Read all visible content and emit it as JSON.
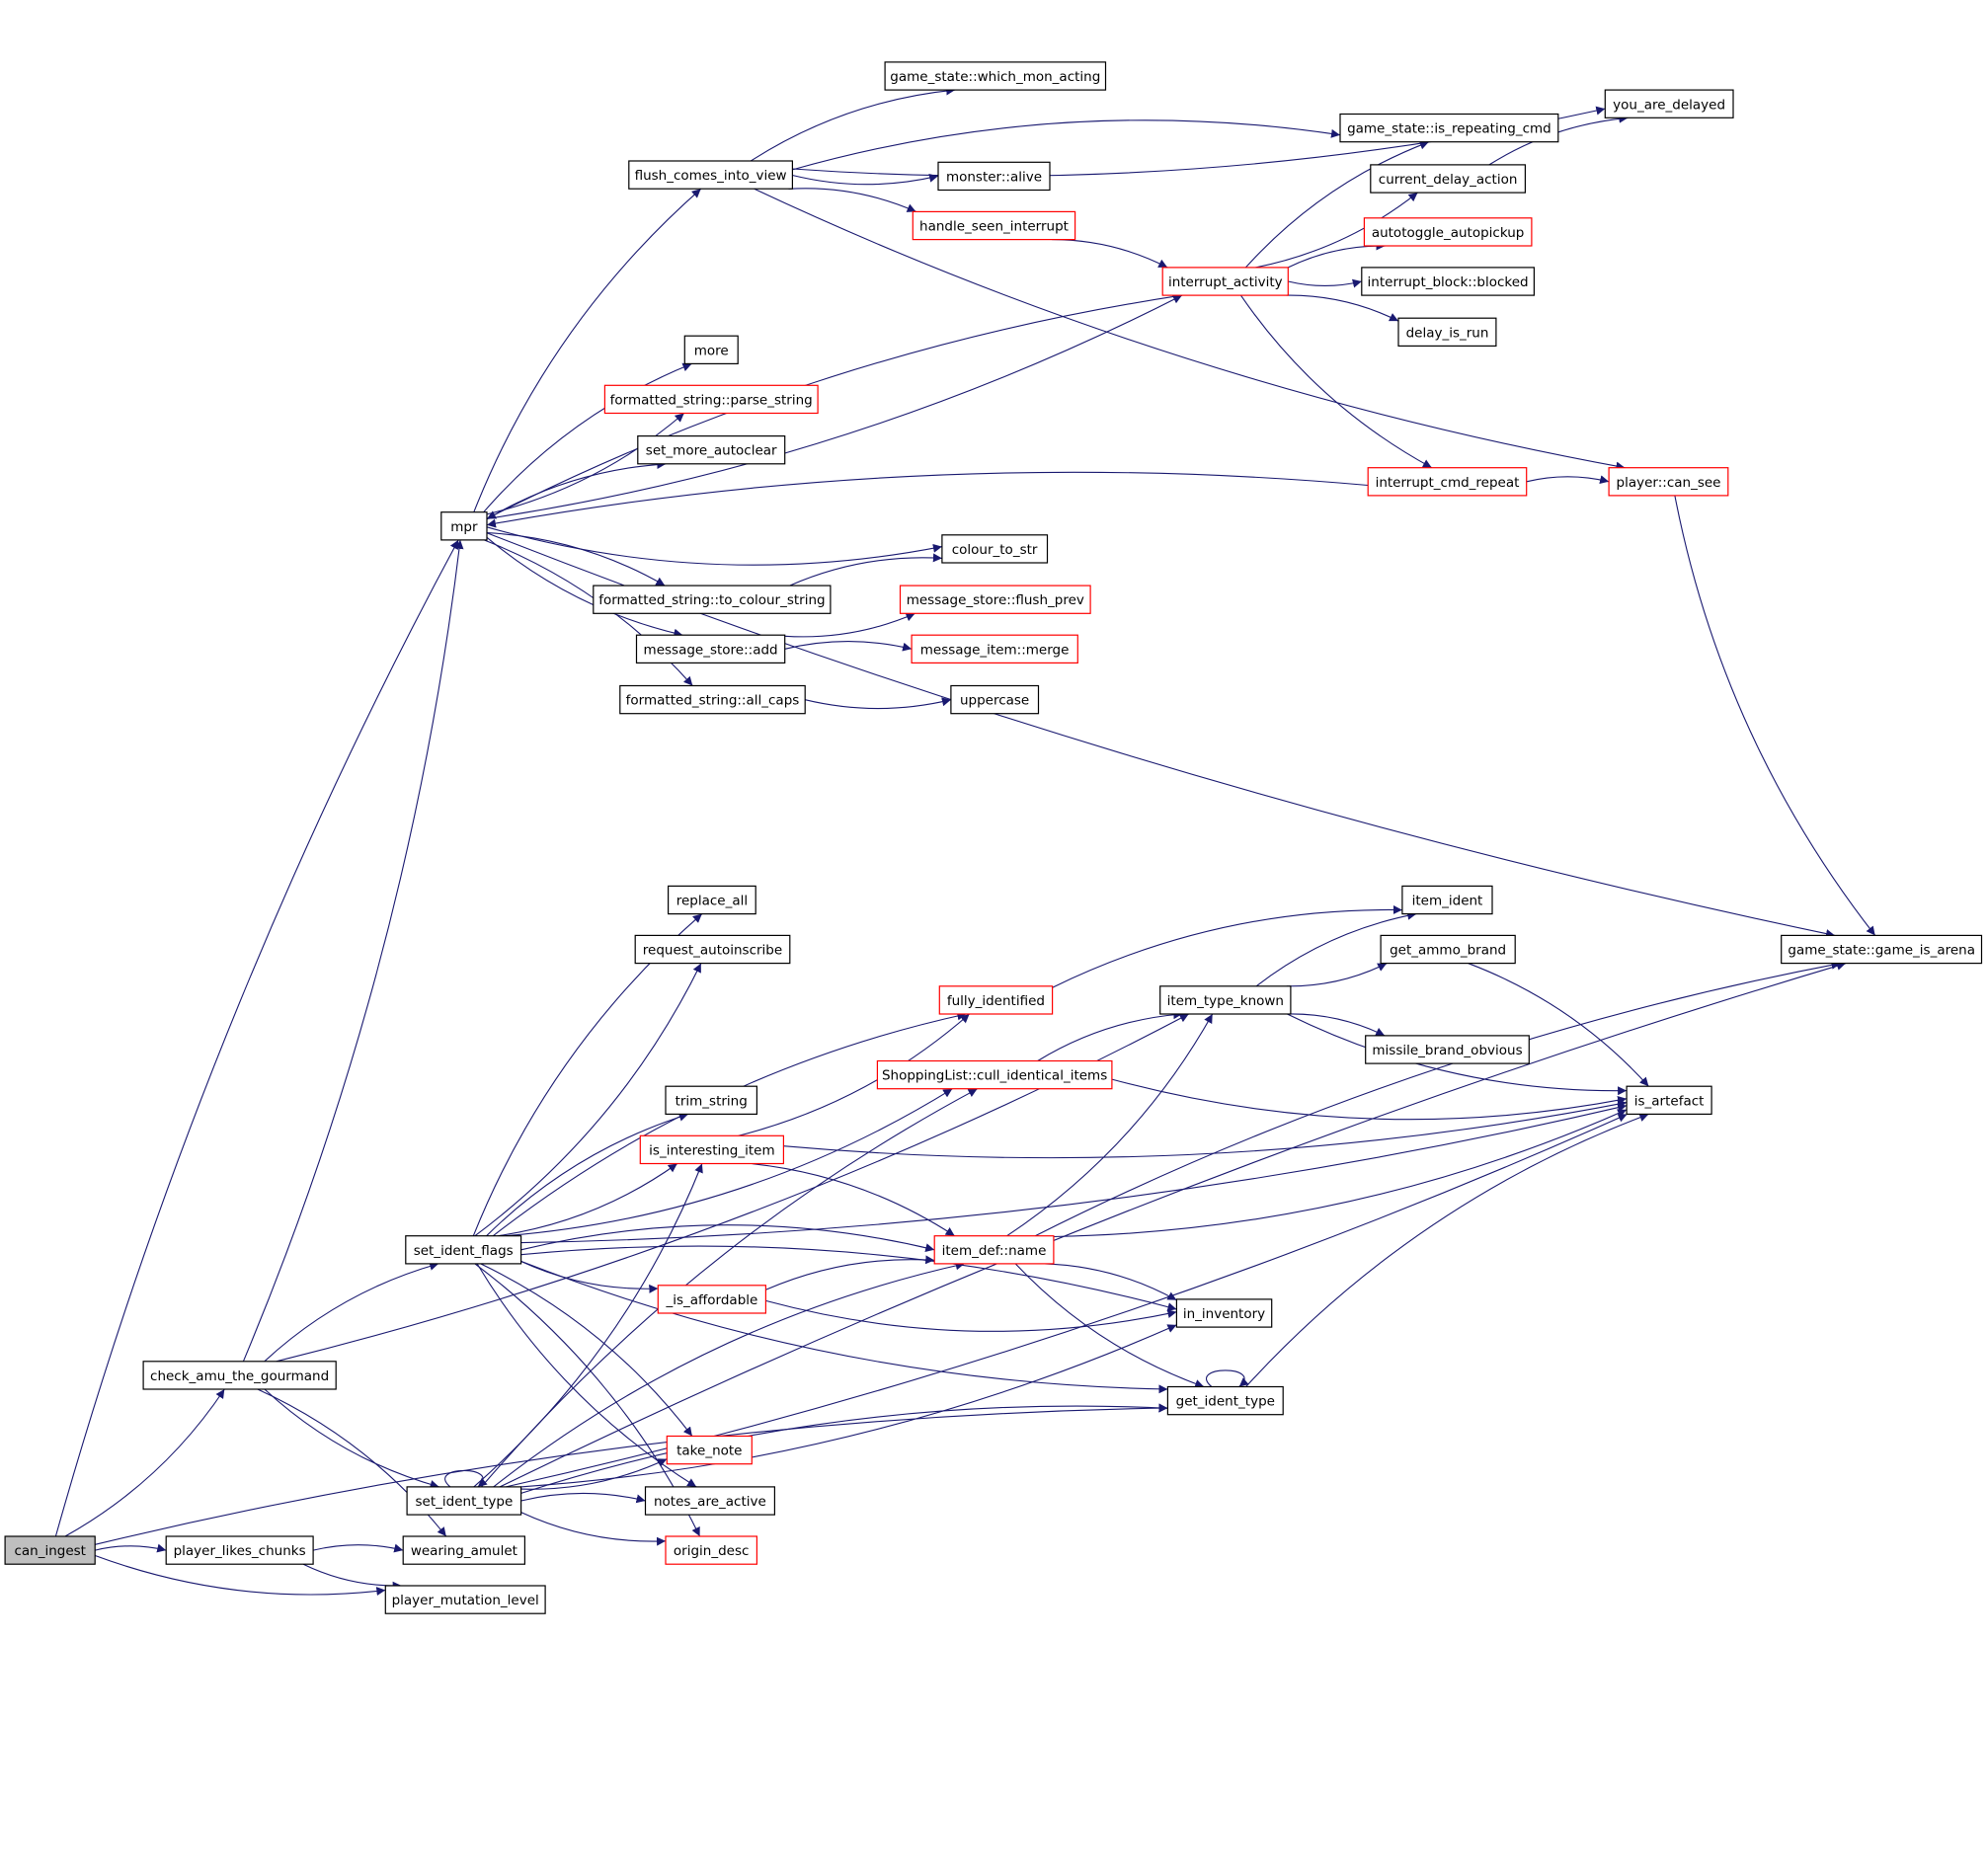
{
  "graph": {
    "edge_color": "#191970",
    "node_border": "#000000",
    "highlight_border": "#ff0000",
    "root_fill": "#bfbfbf",
    "nodes": {
      "can_ingest": {
        "label": "can_ingest",
        "style": "root"
      },
      "check_amu_the_gourmand": {
        "label": "check_amu_the_gourmand",
        "style": "normal"
      },
      "player_likes_chunks": {
        "label": "player_likes_chunks",
        "style": "normal"
      },
      "player_mutation_level": {
        "label": "player_mutation_level",
        "style": "normal"
      },
      "wearing_amulet": {
        "label": "wearing_amulet",
        "style": "normal"
      },
      "set_ident_type": {
        "label": "set_ident_type",
        "style": "normal"
      },
      "set_ident_flags": {
        "label": "set_ident_flags",
        "style": "normal"
      },
      "mpr": {
        "label": "mpr",
        "style": "normal"
      },
      "flush_comes_into_view": {
        "label": "flush_comes_into_view",
        "style": "normal"
      },
      "game_state_which_mon_acting": {
        "label": "game_state::which_mon_acting",
        "style": "normal"
      },
      "monster_alive": {
        "label": "monster::alive",
        "style": "normal"
      },
      "handle_seen_interrupt": {
        "label": "handle_seen_interrupt",
        "style": "red"
      },
      "interrupt_activity": {
        "label": "interrupt_activity",
        "style": "red"
      },
      "game_state_is_repeating_cmd": {
        "label": "game_state::is_repeating_cmd",
        "style": "normal"
      },
      "you_are_delayed": {
        "label": "you_are_delayed",
        "style": "normal"
      },
      "current_delay_action": {
        "label": "current_delay_action",
        "style": "normal"
      },
      "autotoggle_autopickup": {
        "label": "autotoggle_autopickup",
        "style": "red"
      },
      "interrupt_block_blocked": {
        "label": "interrupt_block::blocked",
        "style": "normal"
      },
      "delay_is_run": {
        "label": "delay_is_run",
        "style": "normal"
      },
      "interrupt_cmd_repeat": {
        "label": "interrupt_cmd_repeat",
        "style": "red"
      },
      "player_can_see": {
        "label": "player::can_see",
        "style": "red"
      },
      "more": {
        "label": "more",
        "style": "normal"
      },
      "fs_parse_string": {
        "label": "formatted_string::parse_string",
        "style": "red"
      },
      "set_more_autoclear": {
        "label": "set_more_autoclear",
        "style": "normal"
      },
      "colour_to_str": {
        "label": "colour_to_str",
        "style": "normal"
      },
      "fs_to_colour_string": {
        "label": "formatted_string::to_colour_string",
        "style": "normal"
      },
      "message_store_flush_prev": {
        "label": "message_store::flush_prev",
        "style": "red"
      },
      "message_store_add": {
        "label": "message_store::add",
        "style": "normal"
      },
      "message_item_merge": {
        "label": "message_item::merge",
        "style": "red"
      },
      "fs_all_caps": {
        "label": "formatted_string::all_caps",
        "style": "normal"
      },
      "uppercase": {
        "label": "uppercase",
        "style": "normal"
      },
      "game_state_game_is_arena": {
        "label": "game_state::game_is_arena",
        "style": "normal"
      },
      "replace_all": {
        "label": "replace_all",
        "style": "normal"
      },
      "request_autoinscribe": {
        "label": "request_autoinscribe",
        "style": "normal"
      },
      "fully_identified": {
        "label": "fully_identified",
        "style": "red"
      },
      "shoppinglist_cull": {
        "label": "ShoppingList::cull_identical_items",
        "style": "red"
      },
      "trim_string": {
        "label": "trim_string",
        "style": "normal"
      },
      "is_interesting_item": {
        "label": "is_interesting_item",
        "style": "red"
      },
      "item_def_name": {
        "label": "item_def::name",
        "style": "red"
      },
      "is_affordable": {
        "label": "_is_affordable",
        "style": "red"
      },
      "in_inventory": {
        "label": "in_inventory",
        "style": "normal"
      },
      "get_ident_type": {
        "label": "get_ident_type",
        "style": "normal"
      },
      "take_note": {
        "label": "take_note",
        "style": "red"
      },
      "notes_are_active": {
        "label": "notes_are_active",
        "style": "normal"
      },
      "origin_desc": {
        "label": "origin_desc",
        "style": "red"
      },
      "item_type_known": {
        "label": "item_type_known",
        "style": "normal"
      },
      "item_ident": {
        "label": "item_ident",
        "style": "normal"
      },
      "get_ammo_brand": {
        "label": "get_ammo_brand",
        "style": "normal"
      },
      "missile_brand_obvious": {
        "label": "missile_brand_obvious",
        "style": "normal"
      },
      "is_artefact": {
        "label": "is_artefact",
        "style": "normal"
      }
    },
    "edges": [
      [
        "can_ingest",
        "mpr"
      ],
      [
        "can_ingest",
        "check_amu_the_gourmand"
      ],
      [
        "can_ingest",
        "player_likes_chunks"
      ],
      [
        "can_ingest",
        "player_mutation_level"
      ],
      [
        "can_ingest",
        "get_ident_type"
      ],
      [
        "check_amu_the_gourmand",
        "mpr"
      ],
      [
        "check_amu_the_gourmand",
        "set_ident_flags"
      ],
      [
        "check_amu_the_gourmand",
        "set_ident_type"
      ],
      [
        "check_amu_the_gourmand",
        "wearing_amulet"
      ],
      [
        "check_amu_the_gourmand",
        "item_type_known"
      ],
      [
        "player_likes_chunks",
        "wearing_amulet"
      ],
      [
        "player_likes_chunks",
        "player_mutation_level"
      ],
      [
        "mpr",
        "flush_comes_into_view"
      ],
      [
        "mpr",
        "interrupt_activity"
      ],
      [
        "mpr",
        "more"
      ],
      [
        "mpr",
        "fs_parse_string"
      ],
      [
        "mpr",
        "set_more_autoclear"
      ],
      [
        "mpr",
        "colour_to_str"
      ],
      [
        "mpr",
        "fs_to_colour_string"
      ],
      [
        "mpr",
        "message_store_add"
      ],
      [
        "mpr",
        "fs_all_caps"
      ],
      [
        "mpr",
        "game_state_game_is_arena"
      ],
      [
        "flush_comes_into_view",
        "game_state_which_mon_acting"
      ],
      [
        "flush_comes_into_view",
        "you_are_delayed"
      ],
      [
        "flush_comes_into_view",
        "game_state_is_repeating_cmd"
      ],
      [
        "flush_comes_into_view",
        "monster_alive"
      ],
      [
        "flush_comes_into_view",
        "handle_seen_interrupt"
      ],
      [
        "flush_comes_into_view",
        "player_can_see"
      ],
      [
        "handle_seen_interrupt",
        "interrupt_activity"
      ],
      [
        "interrupt_activity",
        "mpr"
      ],
      [
        "interrupt_activity",
        "game_state_is_repeating_cmd"
      ],
      [
        "interrupt_activity",
        "current_delay_action"
      ],
      [
        "interrupt_activity",
        "autotoggle_autopickup"
      ],
      [
        "interrupt_activity",
        "interrupt_block_blocked"
      ],
      [
        "interrupt_activity",
        "delay_is_run"
      ],
      [
        "interrupt_activity",
        "interrupt_cmd_repeat"
      ],
      [
        "current_delay_action",
        "you_are_delayed"
      ],
      [
        "interrupt_cmd_repeat",
        "mpr"
      ],
      [
        "interrupt_cmd_repeat",
        "player_can_see"
      ],
      [
        "player_can_see",
        "game_state_game_is_arena"
      ],
      [
        "fs_to_colour_string",
        "colour_to_str"
      ],
      [
        "message_store_add",
        "message_store_flush_prev"
      ],
      [
        "message_store_add",
        "message_item_merge"
      ],
      [
        "fs_all_caps",
        "uppercase"
      ],
      [
        "set_ident_flags",
        "replace_all"
      ],
      [
        "set_ident_flags",
        "request_autoinscribe"
      ],
      [
        "set_ident_flags",
        "fully_identified"
      ],
      [
        "set_ident_flags",
        "shoppinglist_cull"
      ],
      [
        "set_ident_flags",
        "trim_string"
      ],
      [
        "set_ident_flags",
        "is_interesting_item"
      ],
      [
        "set_ident_flags",
        "item_def_name"
      ],
      [
        "set_ident_flags",
        "is_affordable"
      ],
      [
        "set_ident_flags",
        "in_inventory"
      ],
      [
        "set_ident_flags",
        "get_ident_type"
      ],
      [
        "set_ident_flags",
        "take_note"
      ],
      [
        "set_ident_flags",
        "notes_are_active"
      ],
      [
        "set_ident_flags",
        "origin_desc"
      ],
      [
        "set_ident_flags",
        "is_artefact"
      ],
      [
        "set_ident_type",
        "set_ident_type"
      ],
      [
        "set_ident_type",
        "is_interesting_item"
      ],
      [
        "set_ident_type",
        "shoppinglist_cull"
      ],
      [
        "set_ident_type",
        "take_note"
      ],
      [
        "set_ident_type",
        "notes_are_active"
      ],
      [
        "set_ident_type",
        "origin_desc"
      ],
      [
        "set_ident_type",
        "item_def_name"
      ],
      [
        "set_ident_type",
        "in_inventory"
      ],
      [
        "set_ident_type",
        "get_ident_type"
      ],
      [
        "set_ident_type",
        "is_artefact"
      ],
      [
        "set_ident_type",
        "game_state_game_is_arena"
      ],
      [
        "is_interesting_item",
        "fully_identified"
      ],
      [
        "is_interesting_item",
        "item_def_name"
      ],
      [
        "is_interesting_item",
        "is_artefact"
      ],
      [
        "is_affordable",
        "item_def_name"
      ],
      [
        "is_affordable",
        "in_inventory"
      ],
      [
        "shoppinglist_cull",
        "item_type_known"
      ],
      [
        "shoppinglist_cull",
        "is_artefact"
      ],
      [
        "fully_identified",
        "item_ident"
      ],
      [
        "item_def_name",
        "item_type_known"
      ],
      [
        "item_def_name",
        "game_state_game_is_arena"
      ],
      [
        "item_def_name",
        "is_artefact"
      ],
      [
        "item_def_name",
        "in_inventory"
      ],
      [
        "item_def_name",
        "get_ident_type"
      ],
      [
        "item_type_known",
        "item_ident"
      ],
      [
        "item_type_known",
        "get_ammo_brand"
      ],
      [
        "item_type_known",
        "missile_brand_obvious"
      ],
      [
        "item_type_known",
        "is_artefact"
      ],
      [
        "get_ammo_brand",
        "is_artefact"
      ],
      [
        "get_ident_type",
        "get_ident_type"
      ],
      [
        "get_ident_type",
        "is_artefact"
      ]
    ]
  }
}
